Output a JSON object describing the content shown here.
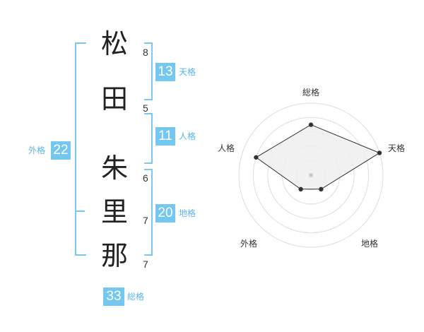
{
  "name": [
    {
      "char": "松",
      "strokes": "8"
    },
    {
      "char": "田",
      "strokes": "5"
    },
    {
      "char": "朱",
      "strokes": "6"
    },
    {
      "char": "里",
      "strokes": "7"
    },
    {
      "char": "那",
      "strokes": "7"
    }
  ],
  "kaku": {
    "tenkaku": {
      "value": "13",
      "label": "天格"
    },
    "jinkaku": {
      "value": "11",
      "label": "人格"
    },
    "chikaku": {
      "value": "20",
      "label": "地格"
    },
    "gaikaku": {
      "value": "22",
      "label": "外格"
    },
    "soukaku": {
      "value": "33",
      "label": "総格"
    }
  },
  "radar": {
    "axes": [
      "総格",
      "天格",
      "地格",
      "外格",
      "人格"
    ],
    "levels": 5,
    "values": [
      3.5,
      5,
      1.2,
      1.2,
      4
    ]
  },
  "colors": {
    "accent": "#74c8f0",
    "bracket": "#7cc8f2",
    "radar_fill": "#eeeeee"
  }
}
